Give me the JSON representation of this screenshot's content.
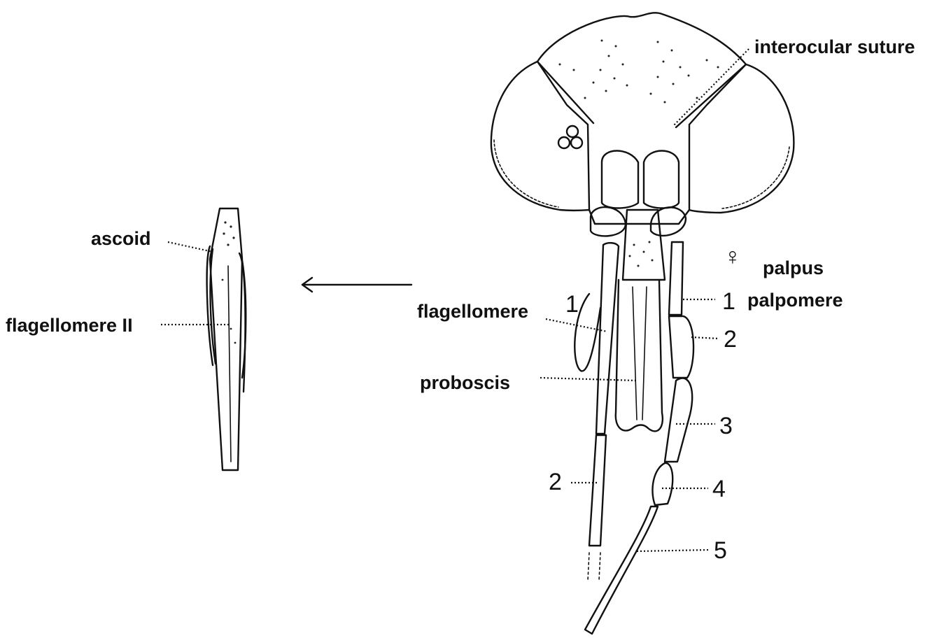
{
  "labels": {
    "interocular_suture": "interocular suture",
    "ascoid": "ascoid",
    "flagellomere_ii": "flagellomere II",
    "flagellomere": "flagellomere",
    "proboscis": "proboscis",
    "female_symbol": "♀",
    "palpus": "palpus",
    "palpomere": "palpomere",
    "flag_num_1": "1",
    "flag_num_2": "2",
    "palp_num_1": "1",
    "palp_num_2": "2",
    "palp_num_3": "3",
    "palp_num_4": "4",
    "palp_num_5": "5"
  },
  "colors": {
    "ink": "#111111",
    "background": "#ffffff"
  }
}
